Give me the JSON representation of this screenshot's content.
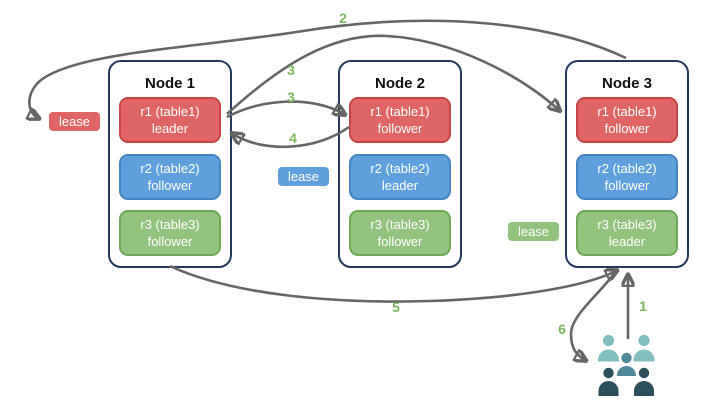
{
  "nodes": [
    {
      "title": "Node 1",
      "replicas": [
        {
          "name": "r1 (table1)",
          "role": "leader",
          "color": "#e06666"
        },
        {
          "name": "r2 (table2)",
          "role": "follower",
          "color": "#5f9fdb"
        },
        {
          "name": "r3 (table3)",
          "role": "follower",
          "color": "#93c47d"
        }
      ]
    },
    {
      "title": "Node 2",
      "replicas": [
        {
          "name": "r1 (table1)",
          "role": "follower",
          "color": "#e06666"
        },
        {
          "name": "r2 (table2)",
          "role": "leader",
          "color": "#5f9fdb"
        },
        {
          "name": "r3 (table3)",
          "role": "follower",
          "color": "#93c47d"
        }
      ]
    },
    {
      "title": "Node 3",
      "replicas": [
        {
          "name": "r1 (table1)",
          "role": "follower",
          "color": "#e06666"
        },
        {
          "name": "r2 (table2)",
          "role": "follower",
          "color": "#5f9fdb"
        },
        {
          "name": "r3 (table3)",
          "role": "leader",
          "color": "#93c47d"
        }
      ]
    }
  ],
  "leases": [
    {
      "label": "lease",
      "color": "#e06666",
      "near": "Node 1 r1"
    },
    {
      "label": "lease",
      "color": "#5f9fdb",
      "near": "Node 2 r2"
    },
    {
      "label": "lease",
      "color": "#93c47d",
      "near": "Node 3 r3"
    }
  ],
  "steps": {
    "s1": "1",
    "s2": "2",
    "s3a": "3",
    "s3b": "3",
    "s4": "4",
    "s5": "5",
    "s6": "6"
  },
  "clients": {
    "icon": "users-icon"
  },
  "colors": {
    "node_border": "#22385c",
    "arrow": "#666666",
    "step_number": "#7cb95e",
    "replica_red": "#e06666",
    "replica_blue": "#5f9fdb",
    "replica_green": "#93c47d",
    "users_light_teal": "#82bfbf",
    "users_mid_teal": "#4d8b9b",
    "users_dark_slate": "#2c4f5c"
  }
}
